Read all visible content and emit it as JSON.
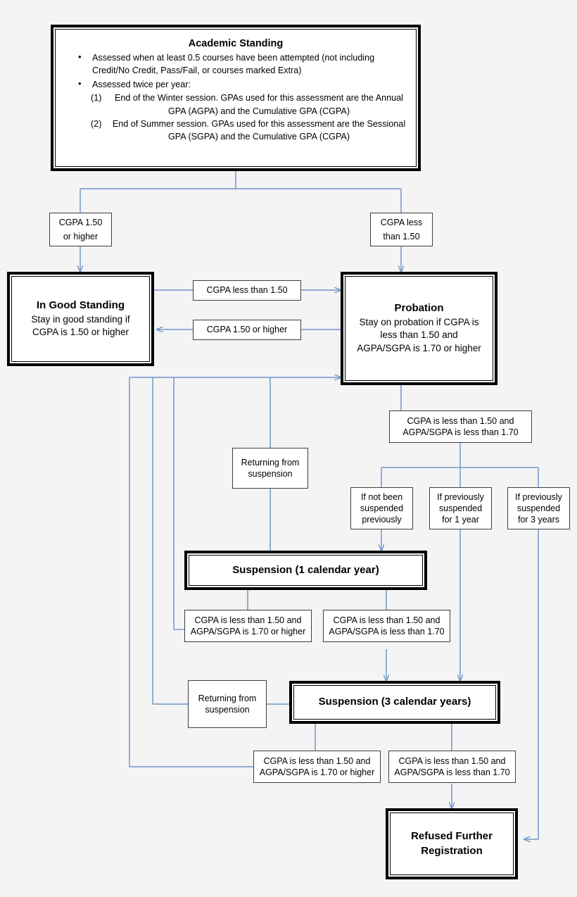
{
  "meta": {
    "diagram_title": "Academic Standing",
    "background_color": "#f4f4f4",
    "connector_color": "#7097c9",
    "box_border_color": "#3f3f3f",
    "heavy_frame_color": "#000000"
  },
  "academic_standing": {
    "title": "Academic Standing",
    "bullet1": "Assessed when at least 0.5 courses have been attempted (not including Credit/No Credit, Pass/Fail, or courses marked Extra)",
    "bullet2": "Assessed twice per year:",
    "item1_num": "(1)",
    "item1_text": "End of the Winter session. GPAs used for this assessment are the Annual GPA (AGPA) and the Cumulative GPA (CGPA)",
    "item2_num": "(2)",
    "item2_text": "End of Summer session. GPAs used for this assessment are the Sessional GPA (SGPA) and the Cumulative GPA (CGPA)"
  },
  "conditions": {
    "cgpa_150_or_higher_2line": "CGPA 1.50\nor higher",
    "cgpa_less_than_150_2line": "CGPA less\nthan 1.50",
    "cgpa_less_than_150": "CGPA less than 1.50",
    "cgpa_150_or_higher": "CGPA 1.50 or higher",
    "cgpa_low_agpa_low": "CGPA is less than 1.50 and AGPA/SGPA is less than 1.70",
    "cgpa_low_agpa_high": "CGPA is less than 1.50 and AGPA/SGPA is 1.70 or higher",
    "not_suspended_previously": "If not been suspended previously",
    "previously_suspended_1_year": "If previously suspended for 1 year",
    "previously_suspended_3_years": "If previously suspended for 3 years",
    "returning_from_suspension": "Returning from suspension"
  },
  "states": {
    "good_standing": {
      "title": "In Good Standing",
      "subtitle": "Stay in good standing if CGPA is 1.50 or higher"
    },
    "probation": {
      "title": "Probation",
      "subtitle": "Stay on probation if CGPA is less than 1.50 and AGPA/SGPA is 1.70 or higher"
    },
    "suspension_1": {
      "title": "Suspension (1 calendar year)"
    },
    "suspension_3": {
      "title": "Suspension (3 calendar years)"
    },
    "refused": {
      "title": "Refused Further Registration"
    }
  }
}
